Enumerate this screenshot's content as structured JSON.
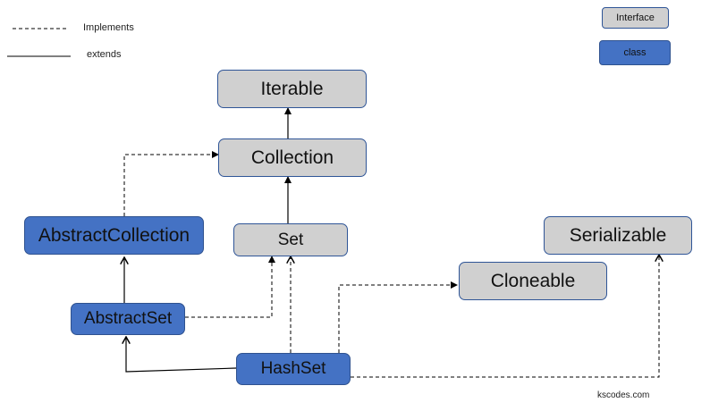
{
  "legend": {
    "implements_label": "Implements",
    "extends_label": "extends",
    "interface_label": "Interface",
    "class_label": "class"
  },
  "nodes": {
    "iterable": "Iterable",
    "collection": "Collection",
    "set": "Set",
    "abstract_collection": "AbstractCollection",
    "abstract_set": "AbstractSet",
    "hash_set": "HashSet",
    "cloneable": "Cloneable",
    "serializable": "Serializable"
  },
  "credit": "kscodes.com",
  "colors": {
    "interface_fill": "#d0d0d0",
    "class_fill": "#4472c4",
    "border": "#2f5597",
    "line": "#000000"
  }
}
